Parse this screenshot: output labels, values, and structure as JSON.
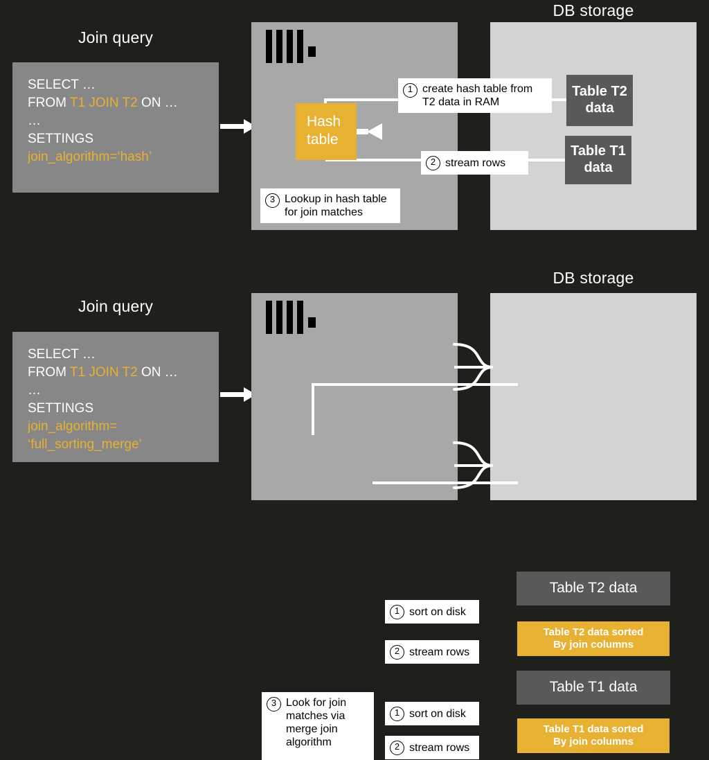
{
  "colors": {
    "background": "#1f201c",
    "server_panel": "#a8a8a8",
    "db_panel": "#d3d3d3",
    "query_panel": "#878787",
    "accent_yellow": "#e8b132",
    "table_chip": "#595959",
    "white": "#ffffff",
    "black": "#000000"
  },
  "top": {
    "query_title": "Join query",
    "db_storage_title": "DB storage",
    "logo_name": "clickhouse-logo-icon",
    "query": {
      "line1": "SELECT …",
      "line2_prefix": "FROM ",
      "line2_accent": "T1 JOIN T2",
      "line2_suffix": " ON …",
      "line3": "…",
      "line4": "SETTINGS",
      "line5_accent": "join_algorithm=‘hash’"
    },
    "hash_block": {
      "line1": "Hash",
      "line2": "table"
    },
    "callouts": [
      {
        "num": "1",
        "text": "create hash table from\nT2 data in RAM"
      },
      {
        "num": "2",
        "text": "stream rows"
      },
      {
        "num": "3",
        "text": "Lookup in hash table\nfor join matches"
      }
    ],
    "tables": [
      {
        "label": "Table T2\ndata",
        "kind": "raw"
      },
      {
        "label": "Table T1\ndata",
        "kind": "raw"
      }
    ]
  },
  "bottom": {
    "query_title": "Join query",
    "db_storage_title": "DB storage",
    "logo_name": "clickhouse-logo-icon",
    "query": {
      "line1": "SELECT …",
      "line2_prefix": "FROM ",
      "line2_accent": "T1 JOIN T2",
      "line2_suffix": " ON …",
      "line3": "…",
      "line4": "SETTINGS",
      "line5_accent": "join_algorithm=",
      "line6_accent": "‘full_sorting_merge’"
    },
    "callouts": [
      {
        "num": "1",
        "text": "sort on disk"
      },
      {
        "num": "2",
        "text": "stream rows"
      },
      {
        "num": "3",
        "text": "Look for join\nmatches via\nmerge join\nalgorithm"
      },
      {
        "num": "1",
        "text": "sort on disk"
      },
      {
        "num": "2",
        "text": "stream rows"
      }
    ],
    "tables": [
      {
        "label": "Table T2 data",
        "kind": "raw"
      },
      {
        "label": "Table T2 data sorted\nBy join columns",
        "kind": "sorted"
      },
      {
        "label": "Table T1 data",
        "kind": "raw"
      },
      {
        "label": "Table T1 data sorted\nBy join columns",
        "kind": "sorted"
      }
    ]
  }
}
